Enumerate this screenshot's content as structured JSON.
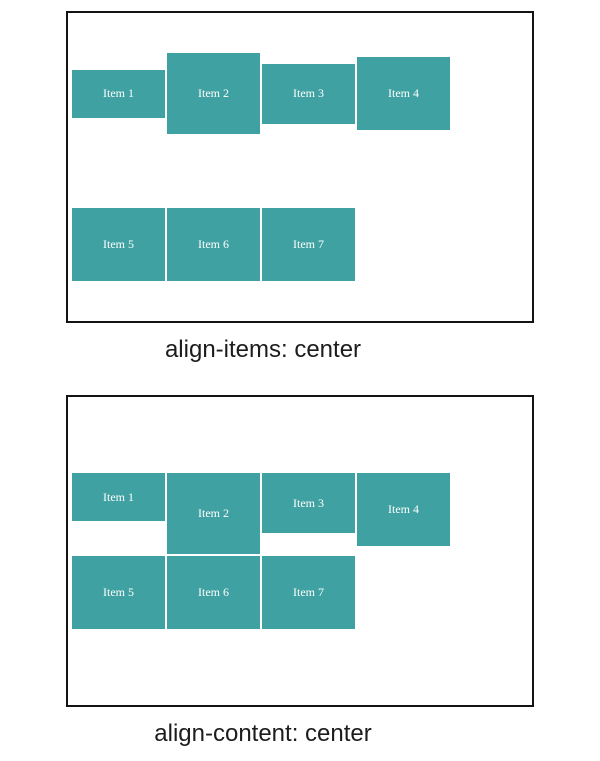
{
  "colors": {
    "item_bg": "#3FA1A1",
    "item_text": "#FFFFFF",
    "container_border": "#141414",
    "caption_text": "#1C1C1C"
  },
  "figures": [
    {
      "caption": "align-items: center",
      "items": [
        {
          "label": "Item 1"
        },
        {
          "label": "Item 2"
        },
        {
          "label": "Item 3"
        },
        {
          "label": "Item 4"
        },
        {
          "label": "Item 5"
        },
        {
          "label": "Item 6"
        },
        {
          "label": "Item 7"
        }
      ]
    },
    {
      "caption": "align-content: center",
      "items": [
        {
          "label": "Item 1"
        },
        {
          "label": "Item 2"
        },
        {
          "label": "Item 3"
        },
        {
          "label": "Item 4"
        },
        {
          "label": "Item 5"
        },
        {
          "label": "Item 6"
        },
        {
          "label": "Item 7"
        }
      ]
    }
  ]
}
